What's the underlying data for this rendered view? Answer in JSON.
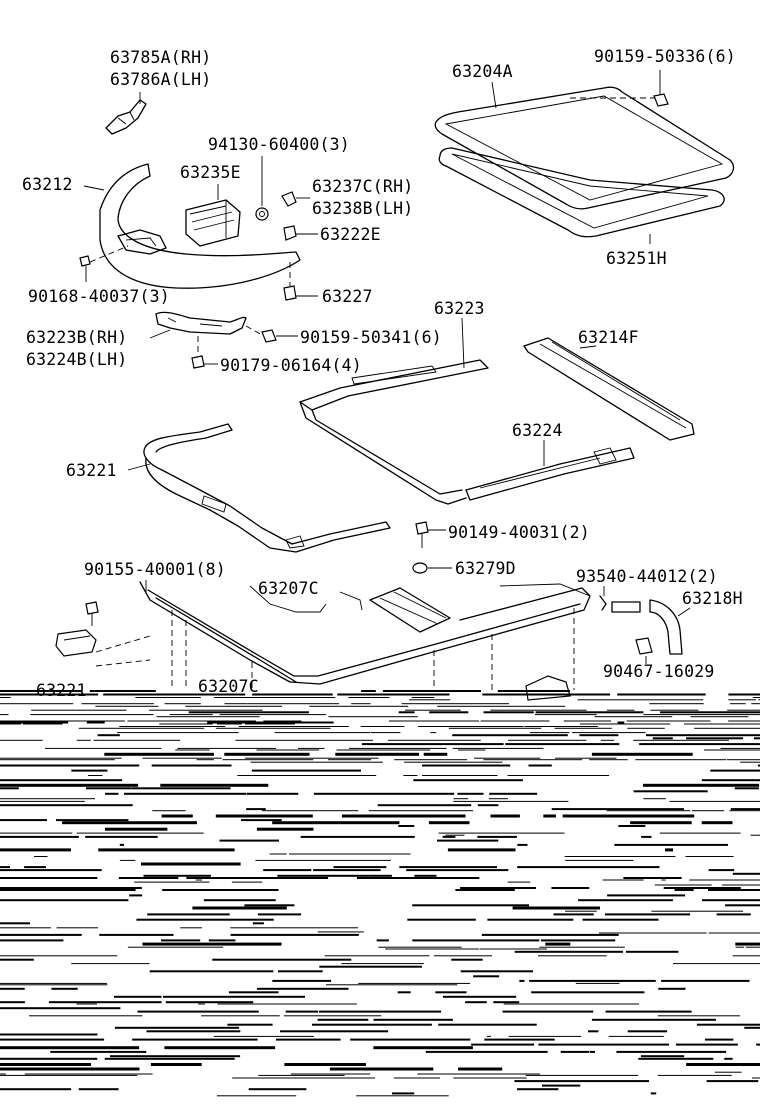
{
  "labels": {
    "l_63785a": "63785A(RH)",
    "l_63786a": "63786A(LH)",
    "l_63204a": "63204A",
    "l_90159_50336": "90159-50336(6)",
    "l_94130_60400": "94130-60400(3)",
    "l_63212": "63212",
    "l_63235e": "63235E",
    "l_63237c": "63237C(RH)",
    "l_63238b": "63238B(LH)",
    "l_63222e": "63222E",
    "l_63251h": "63251H",
    "l_90168_40037": "90168-40037(3)",
    "l_63227": "63227",
    "l_63223": "63223",
    "l_63223b": "63223B(RH)",
    "l_63224b": "63224B(LH)",
    "l_90159_50341": "90159-50341(6)",
    "l_90179_06164": "90179-06164(4)",
    "l_63214f": "63214F",
    "l_63224": "63224",
    "l_63221": "63221",
    "l_90149_40031": "90149-40031(2)",
    "l_90155_40001": "90155-40001(8)",
    "l_63279d": "63279D",
    "l_93540_44012": "93540-44012(2)",
    "l_63218h": "63218H",
    "l_63207c_upper": "63207C",
    "l_90467_16029": "90467-16029",
    "l_63221_lower": "63221",
    "l_63207c": "63207C"
  }
}
